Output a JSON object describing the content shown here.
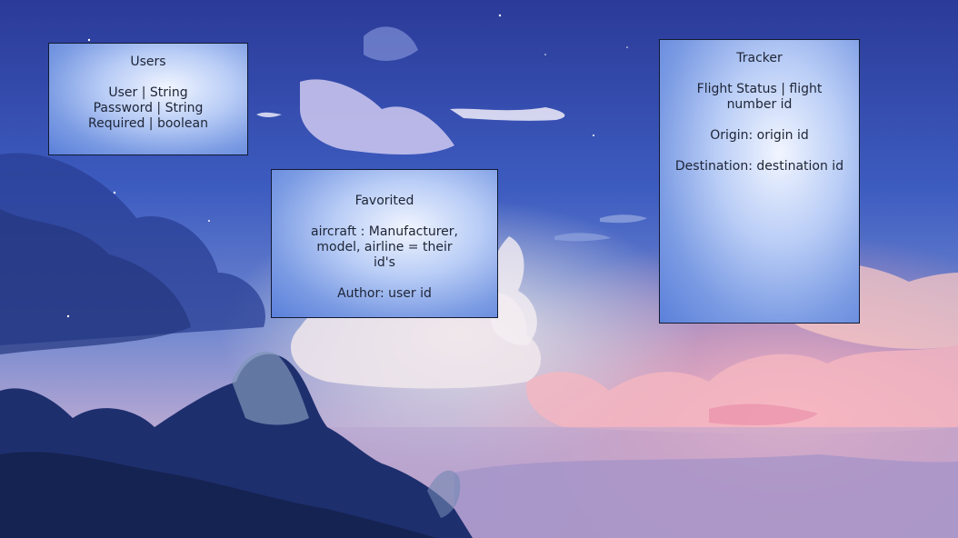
{
  "slide": {
    "background": "anime-style twilight sky with clouds and trees",
    "colors": {
      "sky_top": "#2c3e9e",
      "sky_mid": "#4a6cc9",
      "cloud_pink": "#f2a3b4",
      "cloud_light": "#e8e3f7",
      "tree_dark": "#1c2d66",
      "box_edge": "#111a33"
    }
  },
  "users": {
    "title": "Users",
    "fields": [
      "User | String",
      "Password | String",
      "Required | boolean"
    ]
  },
  "favorited": {
    "title": "Favorited",
    "aircraft": "aircraft : Manufacturer, model, airline = their id's",
    "author": "Author: user id"
  },
  "tracker": {
    "title": "Tracker",
    "flight_status": "Flight Status | flight number id",
    "origin": "Origin: origin id",
    "destination": "Destination: destination id"
  }
}
